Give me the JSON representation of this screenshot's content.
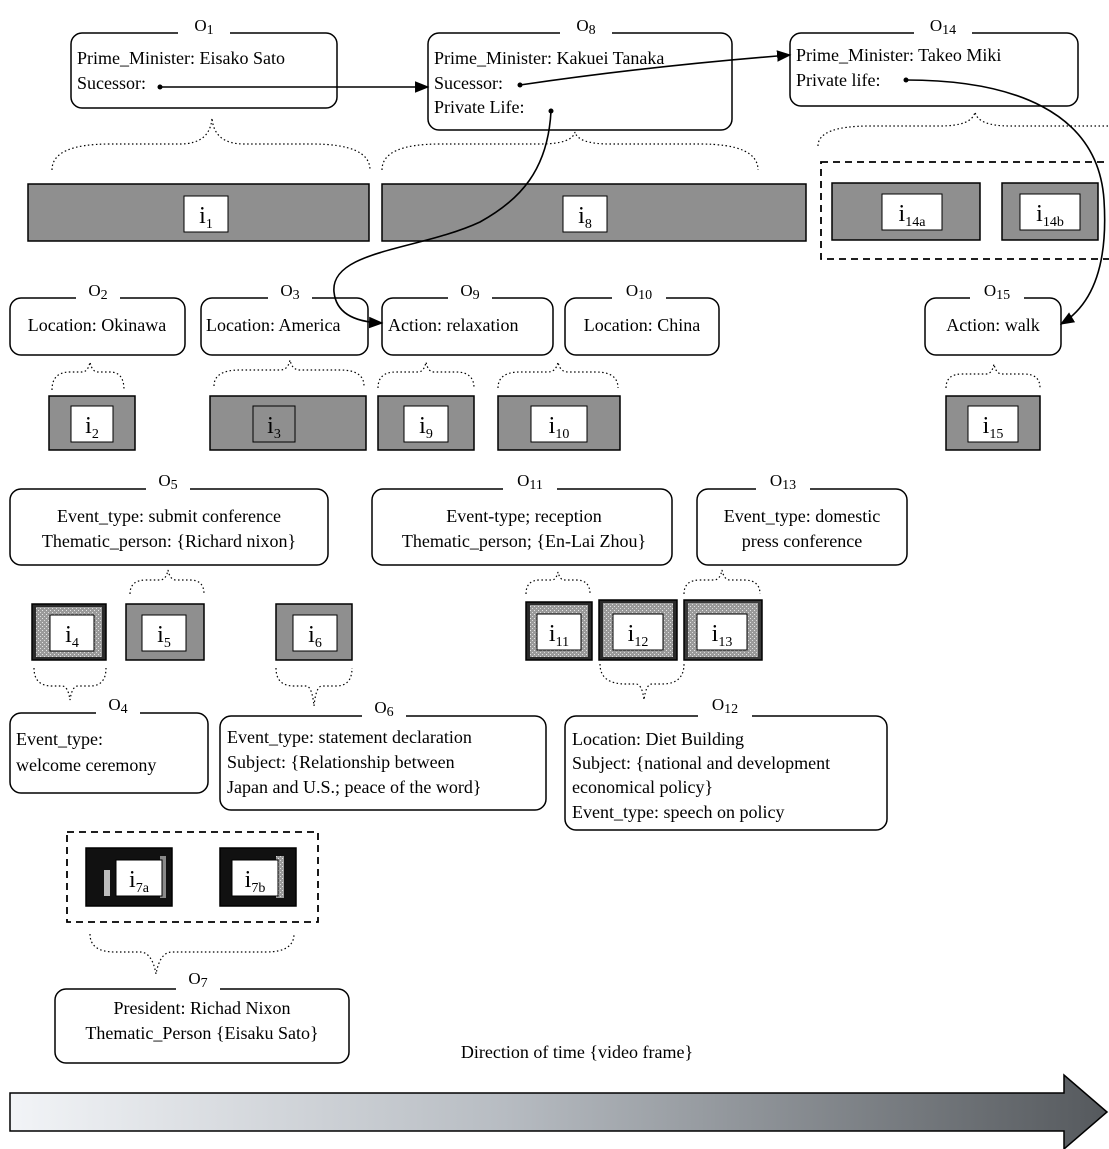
{
  "objects": {
    "o1": {
      "name": "O",
      "index": "1",
      "lines": [
        "Prime_Minister: Eisako Sato",
        "Sucessor:"
      ]
    },
    "o8": {
      "name": "O",
      "index": "8",
      "lines": [
        "Prime_Minister: Kakuei Tanaka",
        "Sucessor:",
        "Private  Life:"
      ]
    },
    "o14": {
      "name": "O",
      "index": "14",
      "lines": [
        "Prime_Minister: Takeo Miki",
        "Private life:"
      ]
    },
    "o2": {
      "name": "O",
      "index": "2",
      "lines": [
        "Location: Okinawa"
      ]
    },
    "o3": {
      "name": "O",
      "index": "3",
      "lines": [
        "Location: America"
      ]
    },
    "o9": {
      "name": "O",
      "index": "9",
      "lines": [
        "Action: relaxation"
      ]
    },
    "o10": {
      "name": "O",
      "index": "10",
      "lines": [
        "Location: China"
      ]
    },
    "o15": {
      "name": "O",
      "index": "15",
      "lines": [
        "Action: walk"
      ]
    },
    "o5": {
      "name": "O",
      "index": "5",
      "lines": [
        "Event_type: submit conference",
        "Thematic_person: {Richard nixon}"
      ]
    },
    "o11": {
      "name": "O",
      "index": "11",
      "lines": [
        "Event-type; reception",
        "Thematic_person; {En-Lai Zhou}"
      ]
    },
    "o13": {
      "name": "O",
      "index": "13",
      "lines": [
        "Event_type: domestic",
        "press conference"
      ]
    },
    "o4": {
      "name": "O",
      "index": "4",
      "lines": [
        "Event_type:",
        "welcome ceremony"
      ]
    },
    "o6": {
      "name": "O",
      "index": "6",
      "lines": [
        "Event_type: statement declaration",
        "Subject: {Relationship between",
        "Japan and U.S.; peace of the word}"
      ]
    },
    "o12": {
      "name": "O",
      "index": "12",
      "lines": [
        "Location: Diet Building",
        "Subject: {national and development",
        "economical policy}",
        "Event_type: speech on policy"
      ]
    },
    "o7": {
      "name": "O",
      "index": "7",
      "lines": [
        "President: Richad Nixon",
        "Thematic_Person {Eisaku Sato}"
      ]
    }
  },
  "frames": {
    "i1": {
      "name": "i",
      "index": "1"
    },
    "i8": {
      "name": "i",
      "index": "8"
    },
    "i14a": {
      "name": "i",
      "index": "14a"
    },
    "i14b": {
      "name": "i",
      "index": "14b"
    },
    "i2": {
      "name": "i",
      "index": "2"
    },
    "i3": {
      "name": "i",
      "index": "3"
    },
    "i9": {
      "name": "i",
      "index": "9"
    },
    "i10": {
      "name": "i",
      "index": "10"
    },
    "i15": {
      "name": "i",
      "index": "15"
    },
    "i4": {
      "name": "i",
      "index": "4"
    },
    "i5": {
      "name": "i",
      "index": "5"
    },
    "i6": {
      "name": "i",
      "index": "6"
    },
    "i11": {
      "name": "i",
      "index": "11"
    },
    "i12": {
      "name": "i",
      "index": "12"
    },
    "i13": {
      "name": "i",
      "index": "13"
    },
    "i7a": {
      "name": "i",
      "index": "7a"
    },
    "i7b": {
      "name": "i",
      "index": "7b"
    }
  },
  "time_axis": {
    "label": "Direction of time {video frame}"
  },
  "colors": {
    "frame_fill": "#8f8f8f",
    "frame_dark": "#2a2a2a",
    "arrow_dark": "#5a5e62",
    "arrow_light": "#f2f4f7"
  }
}
